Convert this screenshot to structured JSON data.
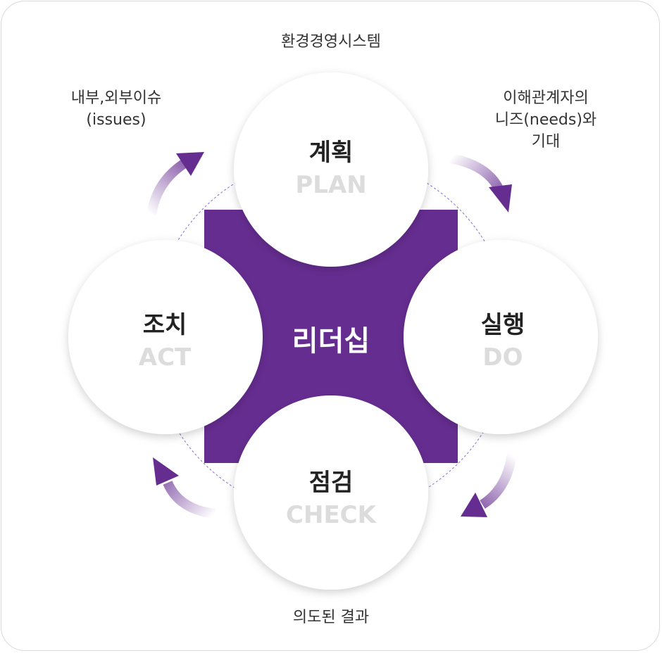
{
  "center": {
    "label": "리더십"
  },
  "phases": {
    "plan": {
      "label": "계획",
      "eng": "PLAN"
    },
    "do": {
      "label": "실행",
      "eng": "DO"
    },
    "check": {
      "label": "점검",
      "eng": "CHECK"
    },
    "act": {
      "label": "조치",
      "eng": "ACT"
    }
  },
  "annotations": {
    "top": "환경경영시스템",
    "bottom": "의도된 결과",
    "top_left_1": "내부,외부이슈",
    "top_left_2": "(issues)",
    "top_right_1": "이해관계자의",
    "top_right_2": "니즈(needs)와",
    "top_right_3": "기대"
  },
  "colors": {
    "accent": "#662d91",
    "circle_fill": "#ffffff",
    "english_text": "#dcdcdc",
    "arrow_light": "#e8dff0"
  }
}
